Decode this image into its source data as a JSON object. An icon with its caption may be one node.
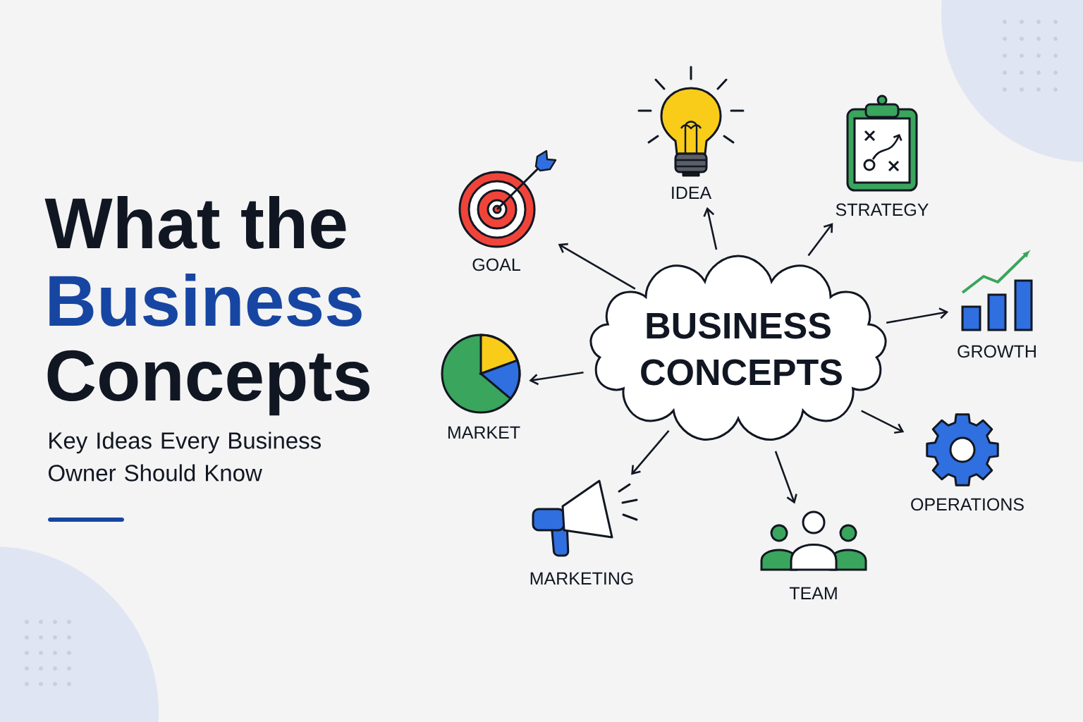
{
  "diagram": {
    "nodes": [
      {
        "text": [
          "BUSINESS CONCEPTS"
        ]
      },
      {
        "text": [
          "GOAL"
        ]
      },
      {
        "text": [
          "IDEA"
        ]
      },
      {
        "text": [
          "STRATEGY"
        ]
      },
      {
        "text": [
          "GROWTH"
        ]
      },
      {
        "text": [
          "MARKET"
        ]
      },
      {
        "text": [
          "OPERATIONS"
        ]
      },
      {
        "text": [
          "MARKETING"
        ]
      },
      {
        "text": [
          "TEAM"
        ]
      }
    ],
    "edges": [
      {
        "from": 0,
        "to": 1,
        "arrow": "to"
      },
      {
        "from": 0,
        "to": 2,
        "arrow": "to"
      },
      {
        "from": 0,
        "to": 3,
        "arrow": "to"
      },
      {
        "from": 0,
        "to": 4,
        "arrow": "to"
      },
      {
        "from": 0,
        "to": 5,
        "arrow": "to"
      },
      {
        "from": 0,
        "to": 6,
        "arrow": "to"
      },
      {
        "from": 0,
        "to": 7,
        "arrow": "to"
      },
      {
        "from": 0,
        "to": 8,
        "arrow": "to"
      }
    ],
    "labels": [
      "What the",
      "Business",
      "Concepts",
      "Key Ideas Every Business Owner Should Know"
    ]
  }
}
